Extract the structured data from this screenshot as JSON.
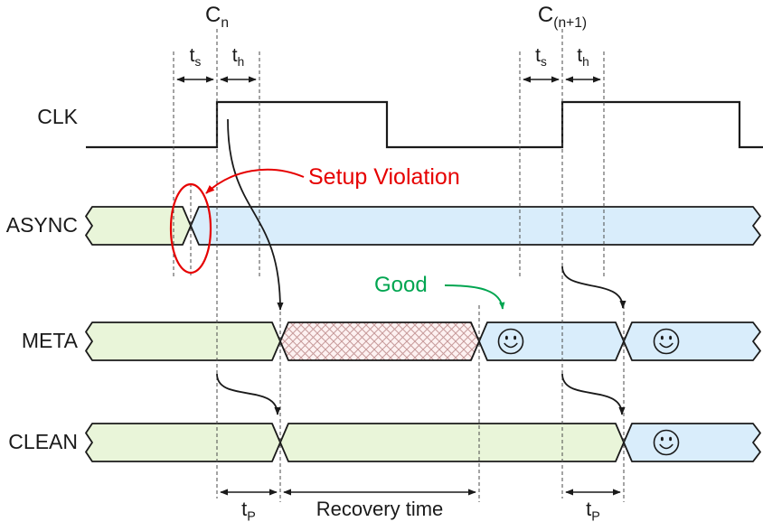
{
  "clock_markers": {
    "cn": {
      "base": "C",
      "sub": "n"
    },
    "cn_plus_1": {
      "base": "C",
      "sub": "(n+1)"
    }
  },
  "timing_labels": {
    "setup": {
      "base": "t",
      "sub": "s"
    },
    "hold": {
      "base": "t",
      "sub": "h"
    },
    "propagation": {
      "base": "t",
      "sub": "P"
    },
    "recovery": "Recovery time"
  },
  "signal_labels": {
    "clk": "CLK",
    "async": "ASYNC",
    "meta": "META",
    "clean": "CLEAN"
  },
  "annotations": {
    "setup_violation": "Setup Violation",
    "good": "Good"
  },
  "colors": {
    "previous_data_fill": "#e9f5d9",
    "new_data_fill": "#d9edfb",
    "metastable_fill": "#fdf1f1",
    "metastable_hatch_line": "#c79a9a",
    "violation_red": "#e60000",
    "good_green": "#00a550",
    "diagram_black": "#1a1a1a"
  }
}
